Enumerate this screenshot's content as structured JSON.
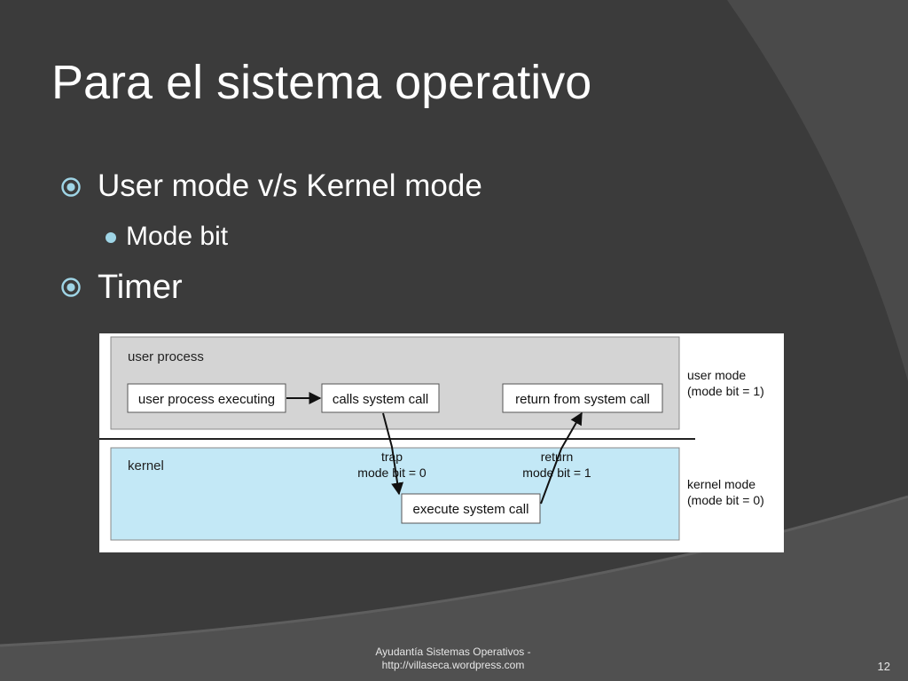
{
  "slide": {
    "title": "Para el sistema operativo",
    "bullets": [
      {
        "text": "User mode v/s Kernel mode",
        "icon": "circle-dot-icon"
      },
      {
        "text": "Mode bit",
        "icon": "dot-icon"
      },
      {
        "text": "Timer",
        "icon": "circle-dot-icon"
      }
    ],
    "footer": {
      "line1": "Ayudantía Sistemas Operativos -",
      "line2": "http://villaseca.wordpress.com",
      "page_number": "12"
    }
  },
  "diagram": {
    "user_region_label": "user process",
    "kernel_region_label": "kernel",
    "boxes": {
      "user_process_executing": "user process executing",
      "calls_system_call": "calls system call",
      "return_from_system_call": "return from system call",
      "execute_system_call": "execute system call"
    },
    "trap": {
      "line1": "trap",
      "line2": "mode bit = 0"
    },
    "return": {
      "line1": "return",
      "line2": "mode bit = 1"
    },
    "user_mode": {
      "line1": "user mode",
      "line2": "(mode bit = 1)"
    },
    "kernel_mode": {
      "line1": "kernel mode",
      "line2": "(mode bit = 0)"
    },
    "colors": {
      "user_region": "#d4d4d4",
      "kernel_region": "#c3e8f6",
      "bullet_accent": "#9fd5e6"
    }
  }
}
